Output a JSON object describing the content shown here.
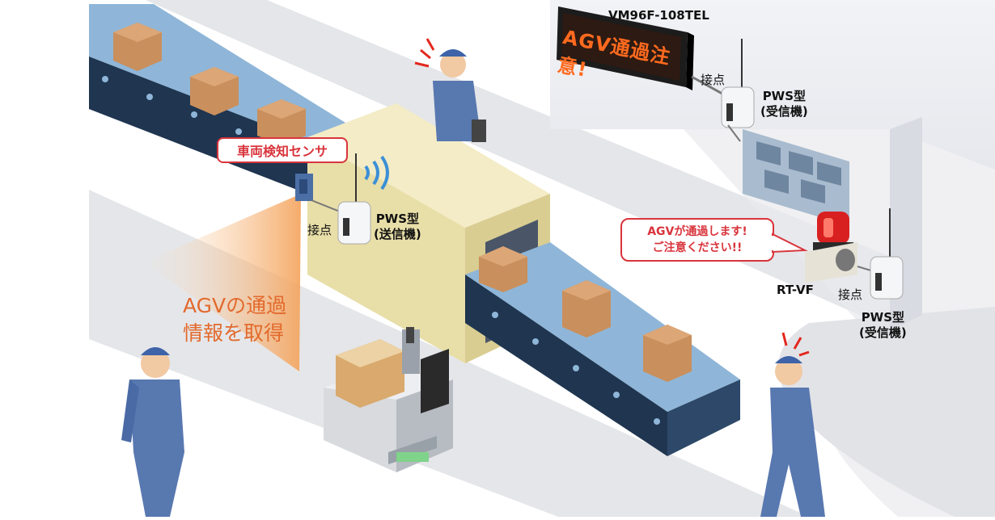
{
  "labels": {
    "display_model": "VM96F-108TEL",
    "sign_message": "AGV通過注意!",
    "contact_top": "接点",
    "pws_receiver_top": [
      "PWS型",
      "(受信機)"
    ],
    "vehicle_sensor": "車両検知センサ",
    "contact_left": "接点",
    "pws_transmitter": [
      "PWS型",
      "(送信機)"
    ],
    "speech_message": [
      "AGVが通過します!",
      "ご注意ください!!"
    ],
    "light_model": "RT-VF",
    "contact_right": "接点",
    "pws_receiver_right": [
      "PWS型",
      "(受信機)"
    ],
    "acquire_info": [
      "AGVの通過",
      "情報を取得"
    ]
  },
  "colors": {
    "accent_red": "#d9343c",
    "accent_orange": "#e36a2d",
    "sign_led": "#ff6a1e",
    "conveyor_top": "#8fb6d8",
    "conveyor_side": "#1f3550",
    "box": "#c98f5c",
    "tunnel": "#efe6b8",
    "worker": "#5878b0"
  }
}
